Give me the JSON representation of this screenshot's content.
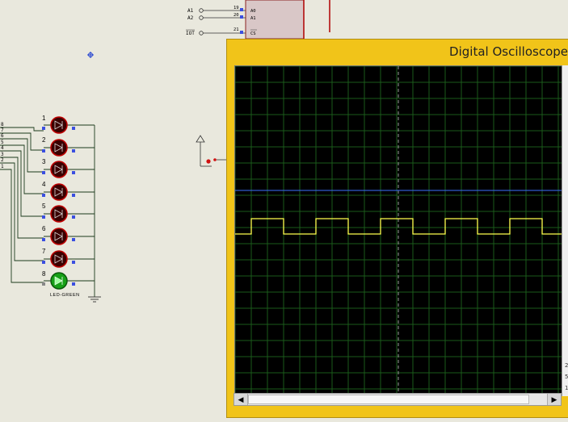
{
  "oscilloscope": {
    "title": "Digital Oscilloscope",
    "side_digits": [
      "2",
      "5",
      "1"
    ]
  },
  "chip": {
    "pins": [
      {
        "net": "A1",
        "num": "19",
        "name": "A0"
      },
      {
        "net": "A2",
        "num": "20",
        "name": "A1"
      },
      {
        "net": "IOT",
        "num": "21",
        "name": "CS"
      }
    ]
  },
  "leds": {
    "numbers": [
      "1",
      "2",
      "3",
      "4",
      "5",
      "6",
      "7",
      "8"
    ],
    "wire_labels": [
      "8",
      "7",
      "6",
      "5",
      "4",
      "3",
      "2",
      "1"
    ],
    "part_label": "LED-GREEN"
  },
  "colors": {
    "trace_yellow": "#ffff4d",
    "trace_blue": "#3b6fff",
    "grid": "#1a5a1a",
    "frame": "#f1c419"
  }
}
